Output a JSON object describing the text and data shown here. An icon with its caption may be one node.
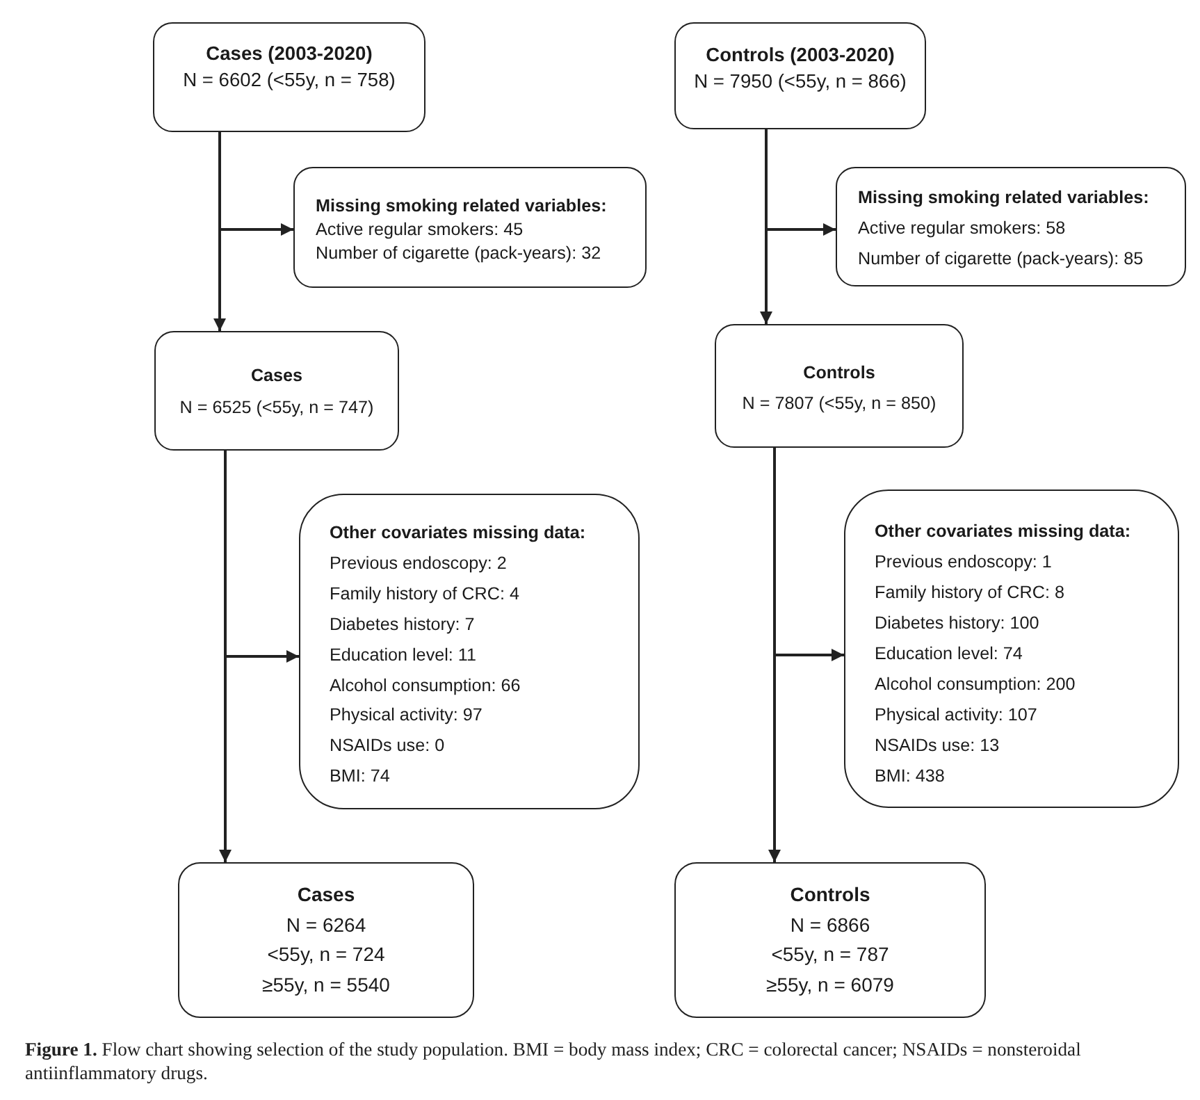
{
  "diagram": {
    "caption": "**Figure 1.** Flow chart showing selection of the study population. BMI = body mass index; CRC = colorectal cancer; NSAIDs = nonsteroidal antiinflammatory drugs.",
    "nodes": [
      {
        "text": [
          "Cases (2003-2020)",
          "N = 6602 (<55y, n = 758)"
        ]
      },
      {
        "text": [
          "Missing smoking related variables:",
          "Active regular smokers: 45",
          "Number of cigarette (pack-years): 32"
        ]
      },
      {
        "text": [
          "Cases",
          "N = 6525 (<55y, n = 747)"
        ]
      },
      {
        "text": [
          "Other covariates missing data:",
          "Previous endoscopy: 2",
          "Family history of CRC: 4",
          "Diabetes history: 7",
          "Education level: 11",
          "Alcohol consumption: 66",
          "Physical activity: 97",
          "NSAIDs use: 0",
          "BMI: 74"
        ]
      },
      {
        "text": [
          "Cases",
          "N = 6264",
          "<55y, n = 724",
          "≥55y, n = 5540"
        ]
      },
      {
        "text": [
          "Controls (2003-2020)",
          "N = 7950 (<55y, n = 866)"
        ]
      },
      {
        "text": [
          "Missing smoking related variables:",
          "Active regular smokers: 58",
          "Number of cigarette (pack-years): 85"
        ]
      },
      {
        "text": [
          "Controls",
          "N = 7807 (<55y, n = 850)"
        ]
      },
      {
        "text": [
          "Other covariates missing data:",
          "Previous endoscopy: 1",
          "Family history of CRC: 8",
          "Diabetes history: 100",
          "Education level: 74",
          "Alcohol consumption: 200",
          "Physical activity: 107",
          "NSAIDs use: 13",
          "BMI: 438"
        ]
      },
      {
        "text": [
          "Controls",
          "N = 6866",
          "<55y, n = 787",
          "≥55y, n = 6079"
        ]
      }
    ],
    "edges": [
      {
        "from": 0,
        "to": 1,
        "arrow": "to"
      },
      {
        "from": 0,
        "to": 2,
        "arrow": "to"
      },
      {
        "from": 2,
        "to": 3,
        "arrow": "to"
      },
      {
        "from": 2,
        "to": 4,
        "arrow": "to"
      },
      {
        "from": 5,
        "to": 6,
        "arrow": "to"
      },
      {
        "from": 5,
        "to": 7,
        "arrow": "to"
      },
      {
        "from": 7,
        "to": 8,
        "arrow": "to"
      },
      {
        "from": 7,
        "to": 9,
        "arrow": "to"
      }
    ]
  }
}
